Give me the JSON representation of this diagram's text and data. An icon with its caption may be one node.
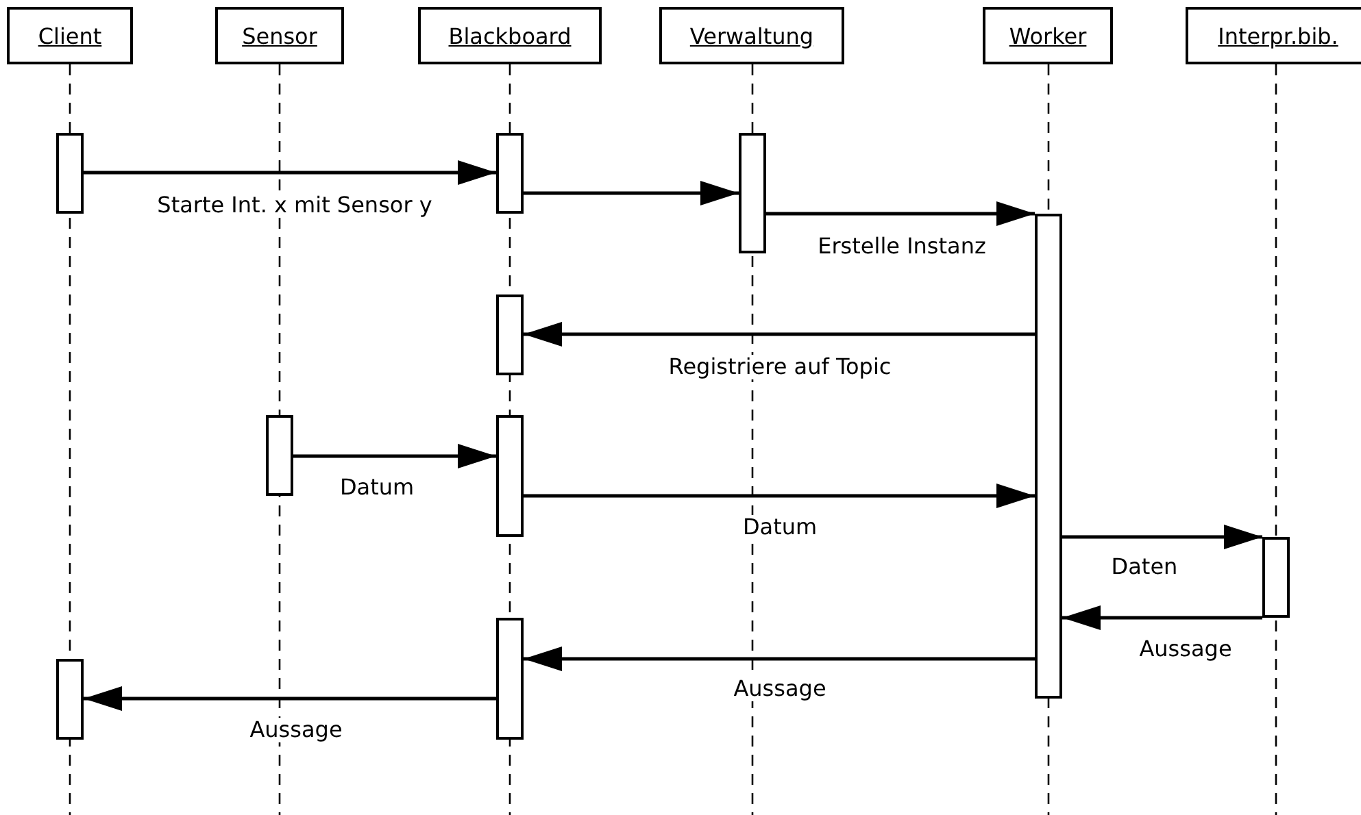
{
  "diagram": {
    "nodes": [
      {
        "text": [
          "Client"
        ]
      },
      {
        "text": [
          "Sensor"
        ]
      },
      {
        "text": [
          "Blackboard"
        ]
      },
      {
        "text": [
          "Verwaltung"
        ]
      },
      {
        "text": [
          "Worker"
        ]
      },
      {
        "text": [
          "Interpr.bib."
        ]
      },
      {
        "text": [],
        "shape": "bar"
      },
      {
        "text": [],
        "shape": "bar"
      },
      {
        "text": [],
        "shape": "bar"
      },
      {
        "text": [],
        "shape": "bar"
      },
      {
        "text": [],
        "shape": "bar"
      },
      {
        "text": [],
        "shape": "bar"
      },
      {
        "text": [],
        "shape": "bar"
      },
      {
        "text": [],
        "shape": "bar"
      },
      {
        "text": [],
        "shape": "bar"
      },
      {
        "text": [],
        "shape": "bar"
      }
    ],
    "edges": [
      {
        "from": 6,
        "to": 9,
        "arrow": "to",
        "label": "Starte Int. x mit Sensor y"
      },
      {
        "from": 9,
        "to": 13,
        "arrow": "to"
      },
      {
        "from": 13,
        "to": 14,
        "arrow": "to",
        "label": "Erstelle Instanz"
      },
      {
        "from": 14,
        "to": 10,
        "arrow": "to",
        "label": "Registriere auf Topic"
      },
      {
        "from": 8,
        "to": 11,
        "arrow": "to",
        "label": "Datum"
      },
      {
        "from": 11,
        "to": 14,
        "arrow": "to",
        "label": "Datum"
      },
      {
        "from": 14,
        "to": 15,
        "arrow": "to",
        "label": "Daten"
      },
      {
        "from": 15,
        "to": 14,
        "arrow": "to",
        "label": "Aussage"
      },
      {
        "from": 14,
        "to": 12,
        "arrow": "to",
        "label": "Aussage"
      },
      {
        "from": 12,
        "to": 7,
        "arrow": "to",
        "label": "Aussage"
      }
    ]
  }
}
